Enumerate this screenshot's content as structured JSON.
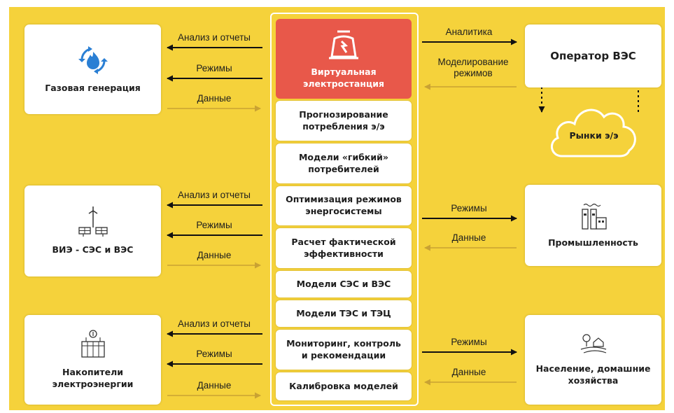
{
  "center": {
    "vpp_title": "Виртуальная электростанция",
    "modules": [
      "Прогнозирование потребления э/э",
      "Модели «гибкий» потребителей",
      "Оптимизация режимов энергосистемы",
      "Расчет фактической эффективности",
      "Модели СЭС и ВЭС",
      "Модели ТЭС и ТЭЦ",
      "Мониторинг, контроль и рекомендации",
      "Калибровка моделей"
    ]
  },
  "left": [
    {
      "title": "Газовая генерация",
      "icon": "gas-flame-icon",
      "arrows": [
        "Анализ и отчеты",
        "Режимы",
        "Данные"
      ]
    },
    {
      "title": "ВИЭ - СЭС и ВЭС",
      "icon": "wind-solar-icon",
      "arrows": [
        "Анализ и отчеты",
        "Режимы",
        "Данные"
      ]
    },
    {
      "title": "Накопители электроэнергии",
      "icon": "battery-storage-icon",
      "arrows": [
        "Анализ и отчеты",
        "Режимы",
        "Данные"
      ]
    }
  ],
  "right": {
    "operator": {
      "title": "Оператор ВЭС",
      "arrow_out": "Аналитика",
      "arrow_in": "Моделирование режимов"
    },
    "market": {
      "title": "Рынки э/э",
      "icon": "cloud-icon"
    },
    "industry": {
      "title": "Промышленность",
      "icon": "factory-icon",
      "arrow_out": "Режимы",
      "arrow_in": "Данные"
    },
    "households": {
      "title": "Население, домашние хозяйства",
      "icon": "house-icon",
      "arrow_out": "Режимы",
      "arrow_in": "Данные"
    }
  },
  "colors": {
    "background": "#f5d23b",
    "accent": "#e8584a",
    "arrow_dark": "#111111",
    "arrow_light": "#c9a233",
    "icon": "#2a7fd4"
  }
}
